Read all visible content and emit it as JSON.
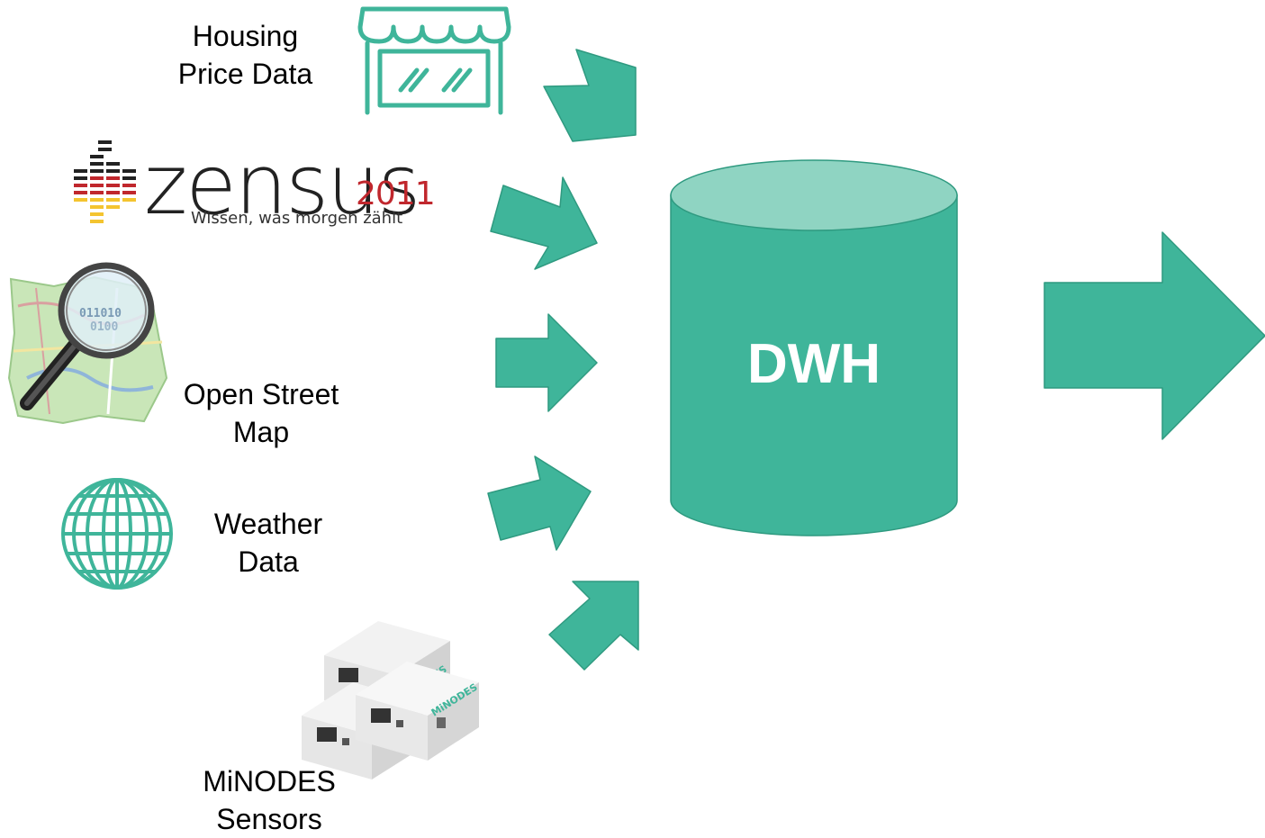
{
  "colors": {
    "accent": "#3fb59a",
    "accent_light": "#8fd4c2",
    "zensus_red": "#c0272d",
    "zensus_yellow": "#f4c430"
  },
  "sources": {
    "housing": {
      "label": "Housing\nPrice Data",
      "icon": "storefront-icon"
    },
    "zensus": {
      "word": "zensus",
      "year": "2011",
      "tagline": "Wissen, was morgen zählt",
      "icon": "zensus-logo"
    },
    "osm": {
      "label": "Open Street\nMap",
      "icon": "map-magnifier-icon"
    },
    "weather": {
      "label": "Weather\nData",
      "icon": "globe-icon"
    },
    "minodes": {
      "label": "MiNODES\nSensors",
      "icon": "router-devices-icon",
      "device_text": "MiNODES"
    }
  },
  "warehouse": {
    "label": "DWH"
  },
  "osm_binary": {
    "line1": "011010",
    "line2": "0100"
  }
}
